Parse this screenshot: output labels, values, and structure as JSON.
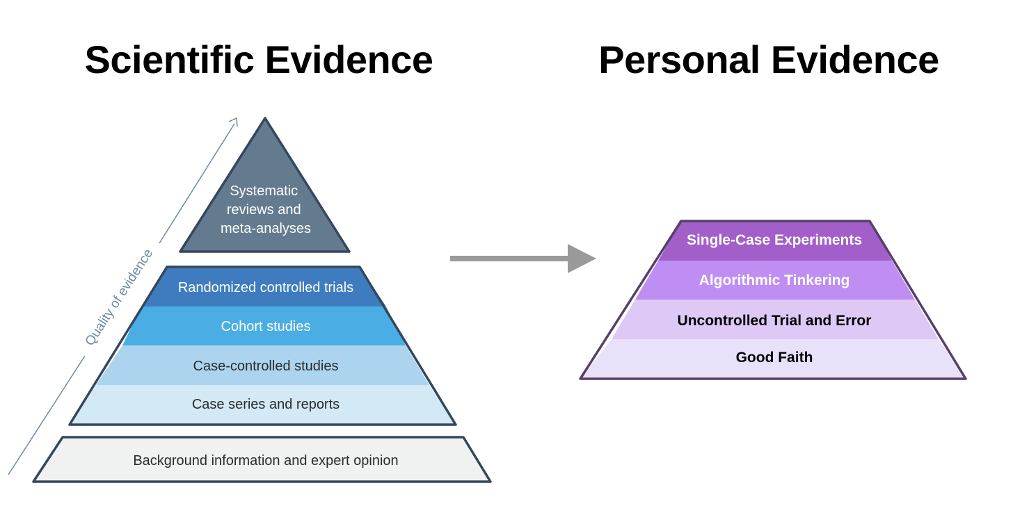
{
  "scientific": {
    "title": "Scientific Evidence",
    "axis_label": "Quality of evidence",
    "top": "Systematic reviews and meta-analyses",
    "top_lines": [
      "Systematic",
      "reviews and",
      "meta-analyses"
    ],
    "layers": [
      "Randomized controlled trials",
      "Cohort studies",
      "Case-controlled studies",
      "Case series and reports"
    ],
    "base": "Background information and expert opinion",
    "colors": {
      "top": "#637a8f",
      "layers": [
        "#3f7cbf",
        "#4aaee4",
        "#acd4ee",
        "#d3e9f6"
      ],
      "base": "#f0f2f2",
      "outline": "#34475c",
      "arrow": "#6d8aa0"
    }
  },
  "personal": {
    "title": "Personal Evidence",
    "layers": [
      "Single-Case Experiments",
      "Algorithmic Tinkering",
      "Uncontrolled Trial and Error",
      "Good Faith"
    ],
    "colors": {
      "layers": [
        "#a25fc9",
        "#be8ef2",
        "#ddc8f6",
        "#e9e1f9"
      ],
      "text": [
        "#ffffff",
        "#ffffff",
        "#000000",
        "#000000"
      ],
      "outline": "#55406a"
    }
  },
  "connector": {
    "color": "#9a9a9a"
  }
}
